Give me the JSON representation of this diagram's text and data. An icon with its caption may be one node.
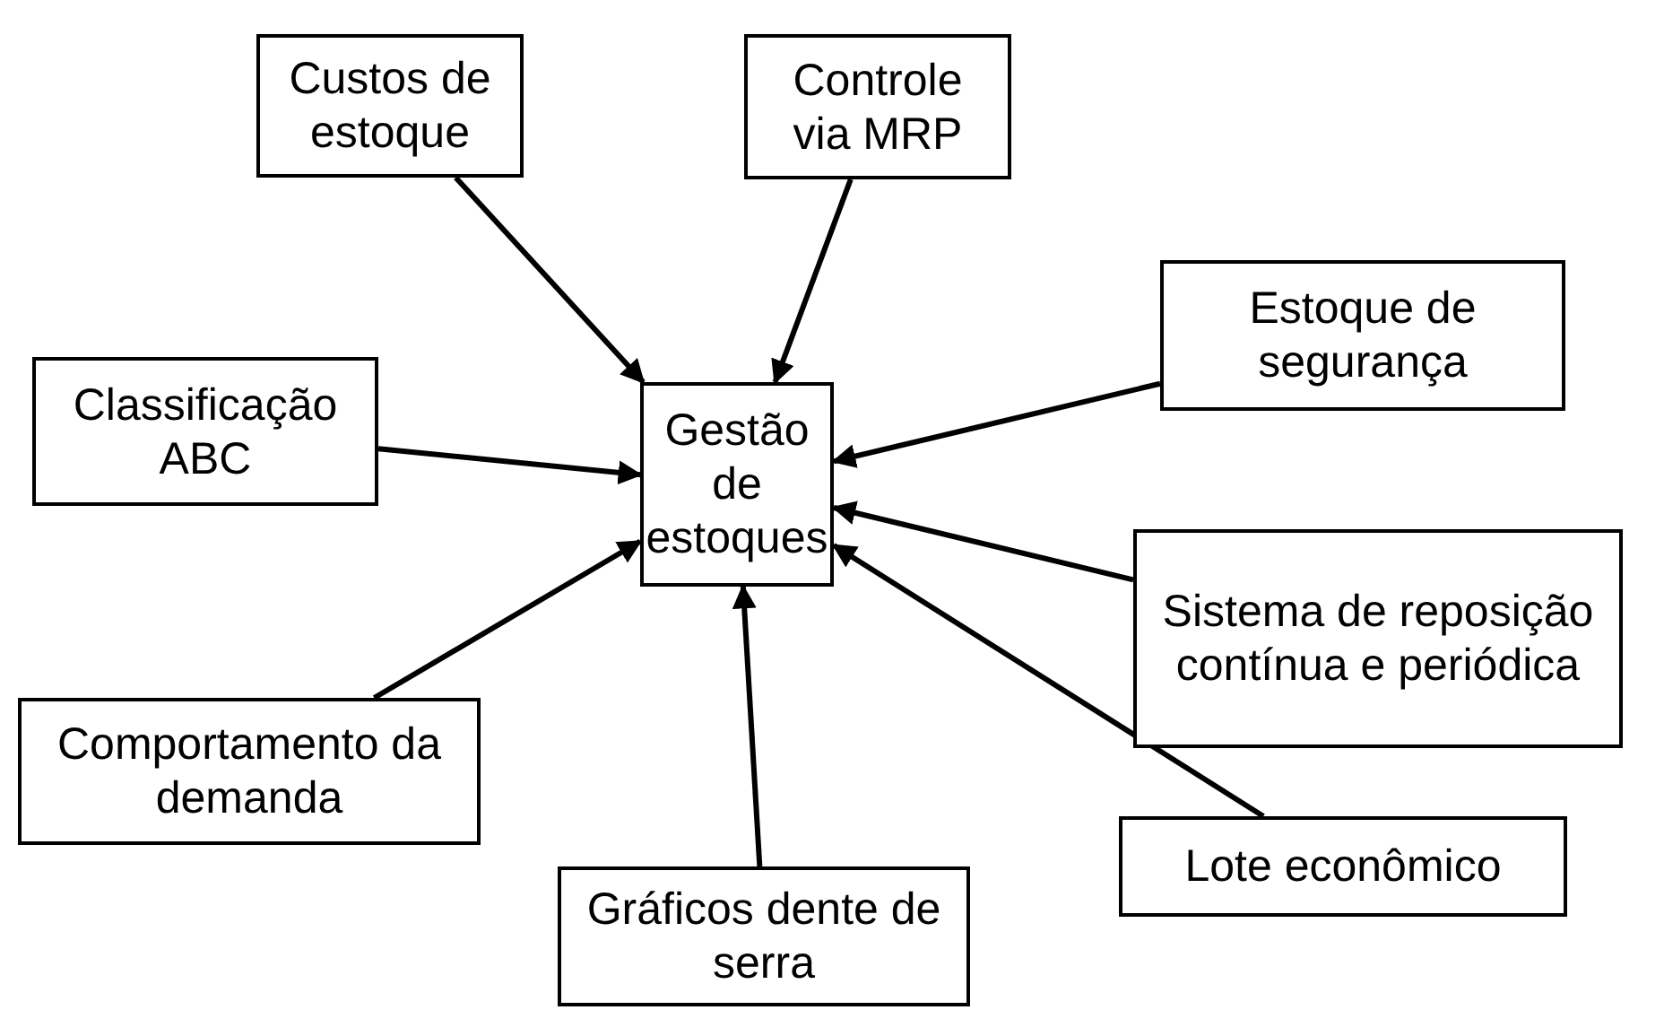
{
  "diagram": {
    "nodes": [
      {
        "text": [
          "Gestão de estoques"
        ]
      },
      {
        "text": [
          "Custos de estoque"
        ]
      },
      {
        "text": [
          "Controle via MRP"
        ]
      },
      {
        "text": [
          "Estoque de segurança"
        ]
      },
      {
        "text": [
          "Classificação ABC"
        ]
      },
      {
        "text": [
          "Sistema de reposição contínua e periódica"
        ]
      },
      {
        "text": [
          "Comportamento da demanda"
        ]
      },
      {
        "text": [
          "Lote econômico"
        ]
      },
      {
        "text": [
          "Gráficos dente de serra"
        ]
      }
    ],
    "edges": [
      {
        "from": 1,
        "to": 0,
        "arrow": "to"
      },
      {
        "from": 2,
        "to": 0,
        "arrow": "to"
      },
      {
        "from": 3,
        "to": 0,
        "arrow": "to"
      },
      {
        "from": 4,
        "to": 0,
        "arrow": "to"
      },
      {
        "from": 5,
        "to": 0,
        "arrow": "to"
      },
      {
        "from": 6,
        "to": 0,
        "arrow": "to"
      },
      {
        "from": 7,
        "to": 0,
        "arrow": "to"
      },
      {
        "from": 8,
        "to": 0,
        "arrow": "to"
      }
    ]
  }
}
